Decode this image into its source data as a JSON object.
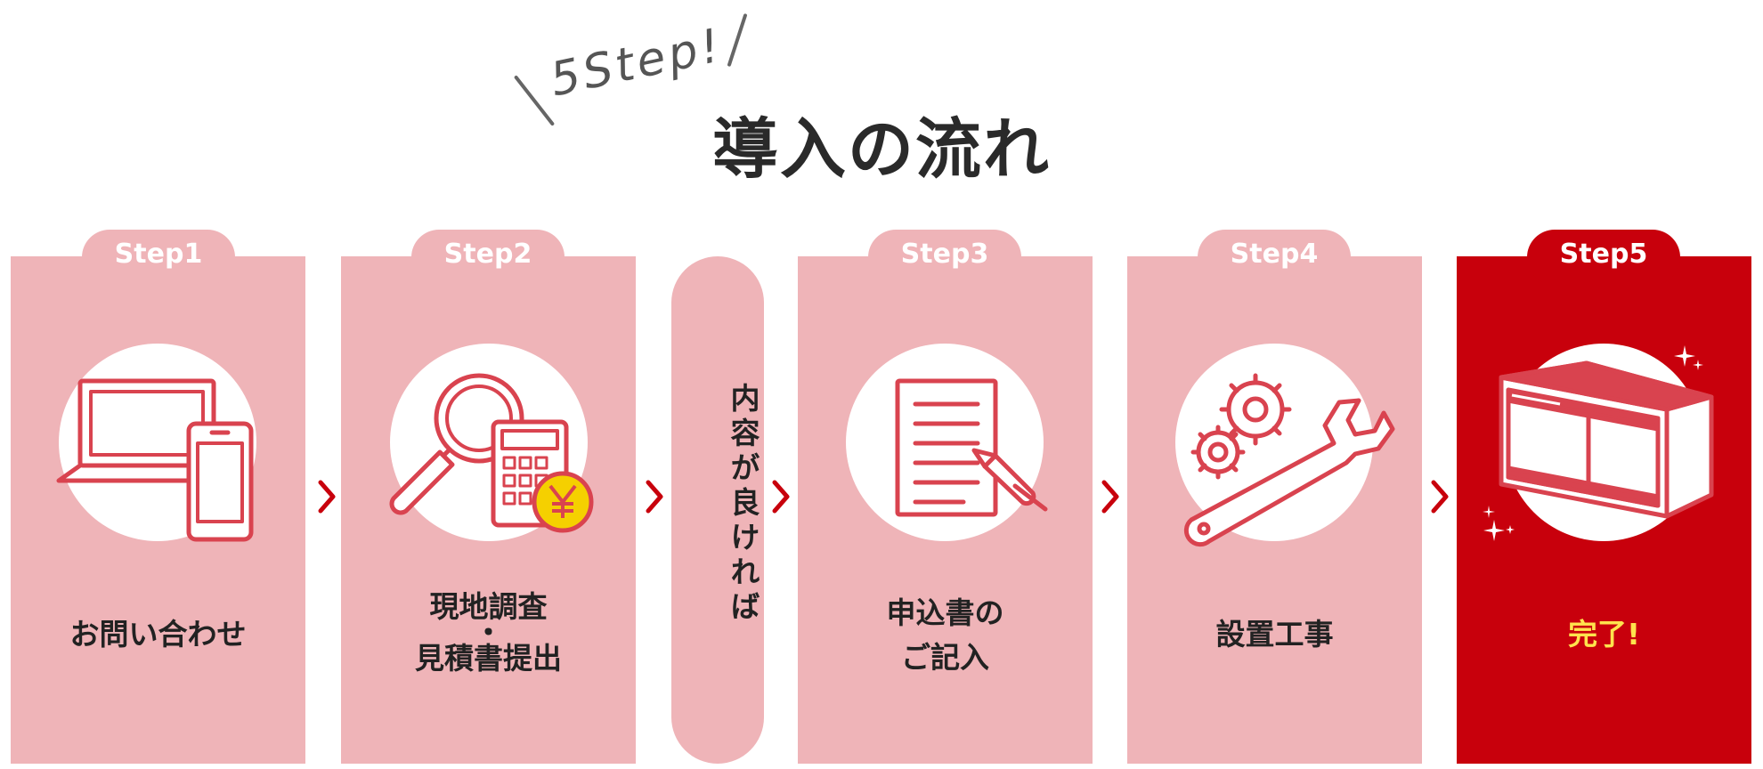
{
  "heading": {
    "badge": "5Step!",
    "title": "導入の流れ"
  },
  "steps": [
    {
      "tab": "Step1",
      "label_lines": [
        "お問い合わせ"
      ]
    },
    {
      "tab": "Step2",
      "label_lines": [
        "現地調査",
        "・",
        "見積書提出"
      ]
    },
    {
      "tab": "Step3",
      "label_lines": [
        "申込書の",
        "ご記入"
      ]
    },
    {
      "tab": "Step4",
      "label_lines": [
        "設置工事"
      ]
    },
    {
      "tab": "Step5",
      "label_lines": [
        "完了!"
      ]
    }
  ],
  "condition": {
    "text": "内容が良ければ"
  },
  "icons": {
    "step1": "laptop-smartphone-icon",
    "step2": "magnifier-calculator-yen-icon",
    "step3": "document-pen-icon",
    "step4": "gears-wrench-icon",
    "step5": "box-unit-sparkle-icon",
    "arrow": "chevron-right-icon"
  },
  "colors": {
    "card": "#efb4b8",
    "card_final": "#c8000c",
    "icon_stroke": "#d9434f",
    "final_label": "#ffe34d",
    "yen_coin": "#f5d000"
  }
}
